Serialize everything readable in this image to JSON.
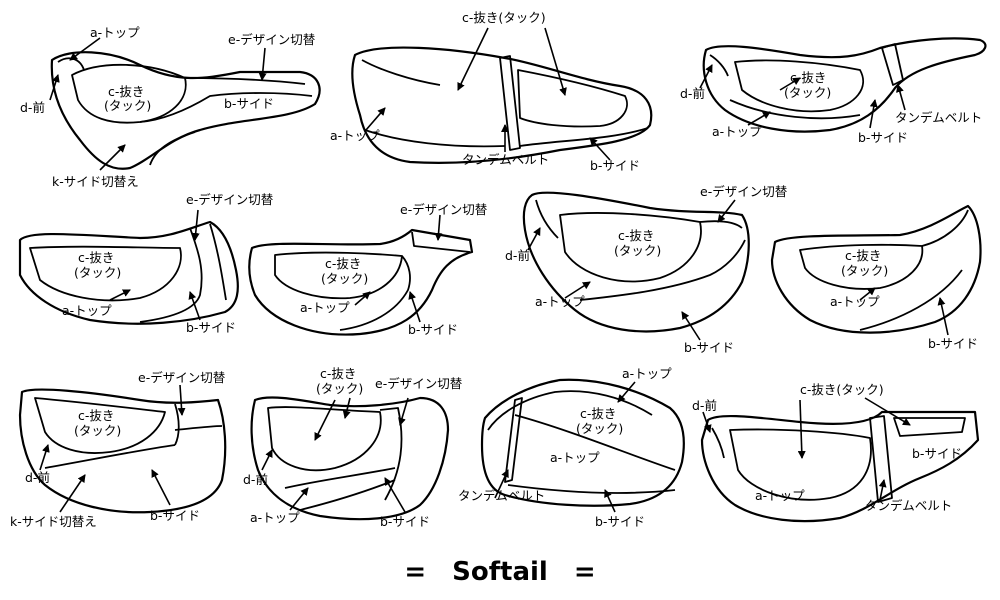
{
  "labels": {
    "top": "a-トップ",
    "side": "b-サイド",
    "tuck": "c-抜き(タック)",
    "tuck_line1": "c-抜き",
    "tuck_line2": "(タック)",
    "front": "d-前",
    "design": "e-デザイン切替",
    "side_switch": "k-サイド切替え",
    "tandem": "タンデムベルト"
  },
  "title": "=　Softail　="
}
